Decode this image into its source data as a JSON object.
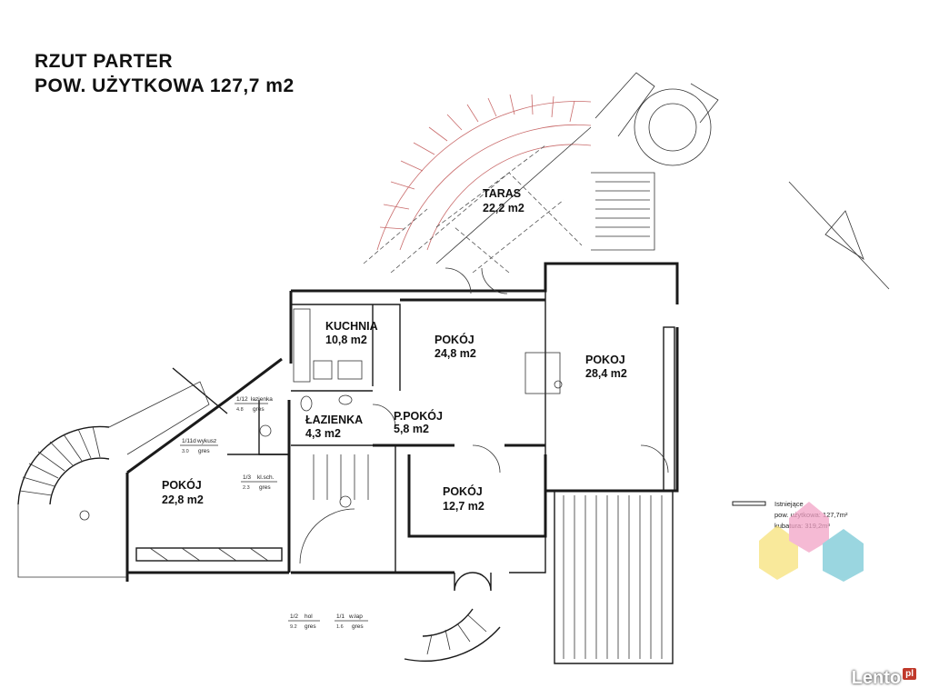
{
  "header": {
    "title_line1": "RZUT PARTER",
    "title_line2": "POW. UŻYTKOWA 127,7 m2"
  },
  "rooms": {
    "taras": {
      "name": "TARAS",
      "area": "22,2 m2"
    },
    "kuchnia": {
      "name": "KUCHNIA",
      "area": "10,8 m2"
    },
    "pokoj_24": {
      "name": "POKÓJ",
      "area": "24,8 m2"
    },
    "pokoj_28": {
      "name": "POKOJ",
      "area": "28,4 m2"
    },
    "lazienka": {
      "name": "ŁAZIENKA",
      "area": "4,3 m2"
    },
    "ppokoj": {
      "name": "P.POKÓJ",
      "area": "5,8 m2"
    },
    "pokoj_22": {
      "name": "POKÓJ",
      "area": "22,8 m2"
    },
    "pokoj_12": {
      "name": "POKÓJ",
      "area": "12,7 m2"
    }
  },
  "stamps": {
    "s1": {
      "num": "1/12",
      "name": "łazienka",
      "val": "4.8",
      "mat": "gres"
    },
    "s2": {
      "num": "1/11d",
      "name": "wykusz",
      "val": "3.0",
      "mat": "gres"
    },
    "s3": {
      "num": "1/3",
      "name": "kl.sch.",
      "val": "2.3",
      "mat": "gres"
    },
    "s4": {
      "num": "1/2",
      "name": "hol",
      "val": "9.2",
      "mat": "gres"
    },
    "s5": {
      "num": "1/1",
      "name": "w.łap",
      "val": "1.6",
      "mat": "gres"
    }
  },
  "legend": {
    "label": "Istniejące",
    "area": "pow. użytkowa: 127,7m²",
    "volume": "kubatura: 319,2m³",
    "colors": {
      "yellow": "#f7e27a",
      "pink": "#f2a3c6",
      "blue": "#79c9d6"
    }
  },
  "watermark": {
    "text": "Lento",
    "badge": "pl"
  }
}
